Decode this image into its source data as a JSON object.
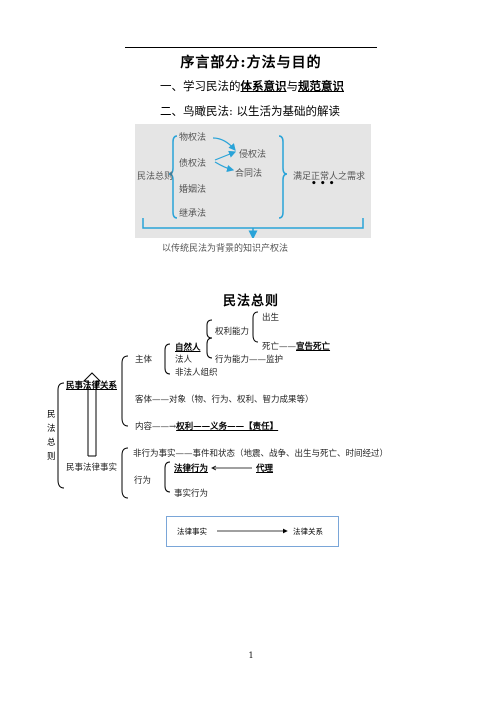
{
  "header": {
    "title": "序言部分:方法与目的",
    "line1_prefix": "一、学习民法的",
    "line1_bold1": "体系意识",
    "line1_mid": "与",
    "line1_bold2": "规范意识",
    "line2": "二、鸟瞰民法: 以生活为基础的解读"
  },
  "diagram1": {
    "left_label": "民法总则",
    "branches": [
      "物权法",
      "债权法",
      "婚姻法",
      "继承法"
    ],
    "sub_branches": [
      "侵权法",
      "合同法"
    ],
    "right_label": "满足正常人之需求",
    "ellipsis": "• • •",
    "bottom_label": "以传统民法为背景的知识产权法"
  },
  "diagram2": {
    "title": "民法总则",
    "root_chars": [
      "民",
      "法",
      "总",
      "则"
    ],
    "relation": "民事法律关系",
    "subject": "主体",
    "natural_person": "自然人",
    "legal_person": "法人",
    "non_legal": "非法人组织",
    "rights_capacity": "权利能力",
    "birth": "出生",
    "death": "死亡——",
    "declared_death": "宣告死亡",
    "act_capacity": "行为能力——监护",
    "object": "客体——对象（物、行为、权利、智力成果等）",
    "content_prefix": "内容——→",
    "content_bold": "权利——义务——【责任】",
    "legal_fact": "民事法律事实",
    "non_act": "非行为事实——事件和状态（地震、战争、出生与死亡、时间经过）",
    "act": "行为",
    "legal_act": "法律行为",
    "agency": "代理",
    "factual_act": "事实行为"
  },
  "legend_box": {
    "left": "法律事实",
    "right": "法律关系"
  },
  "page_number": "1"
}
